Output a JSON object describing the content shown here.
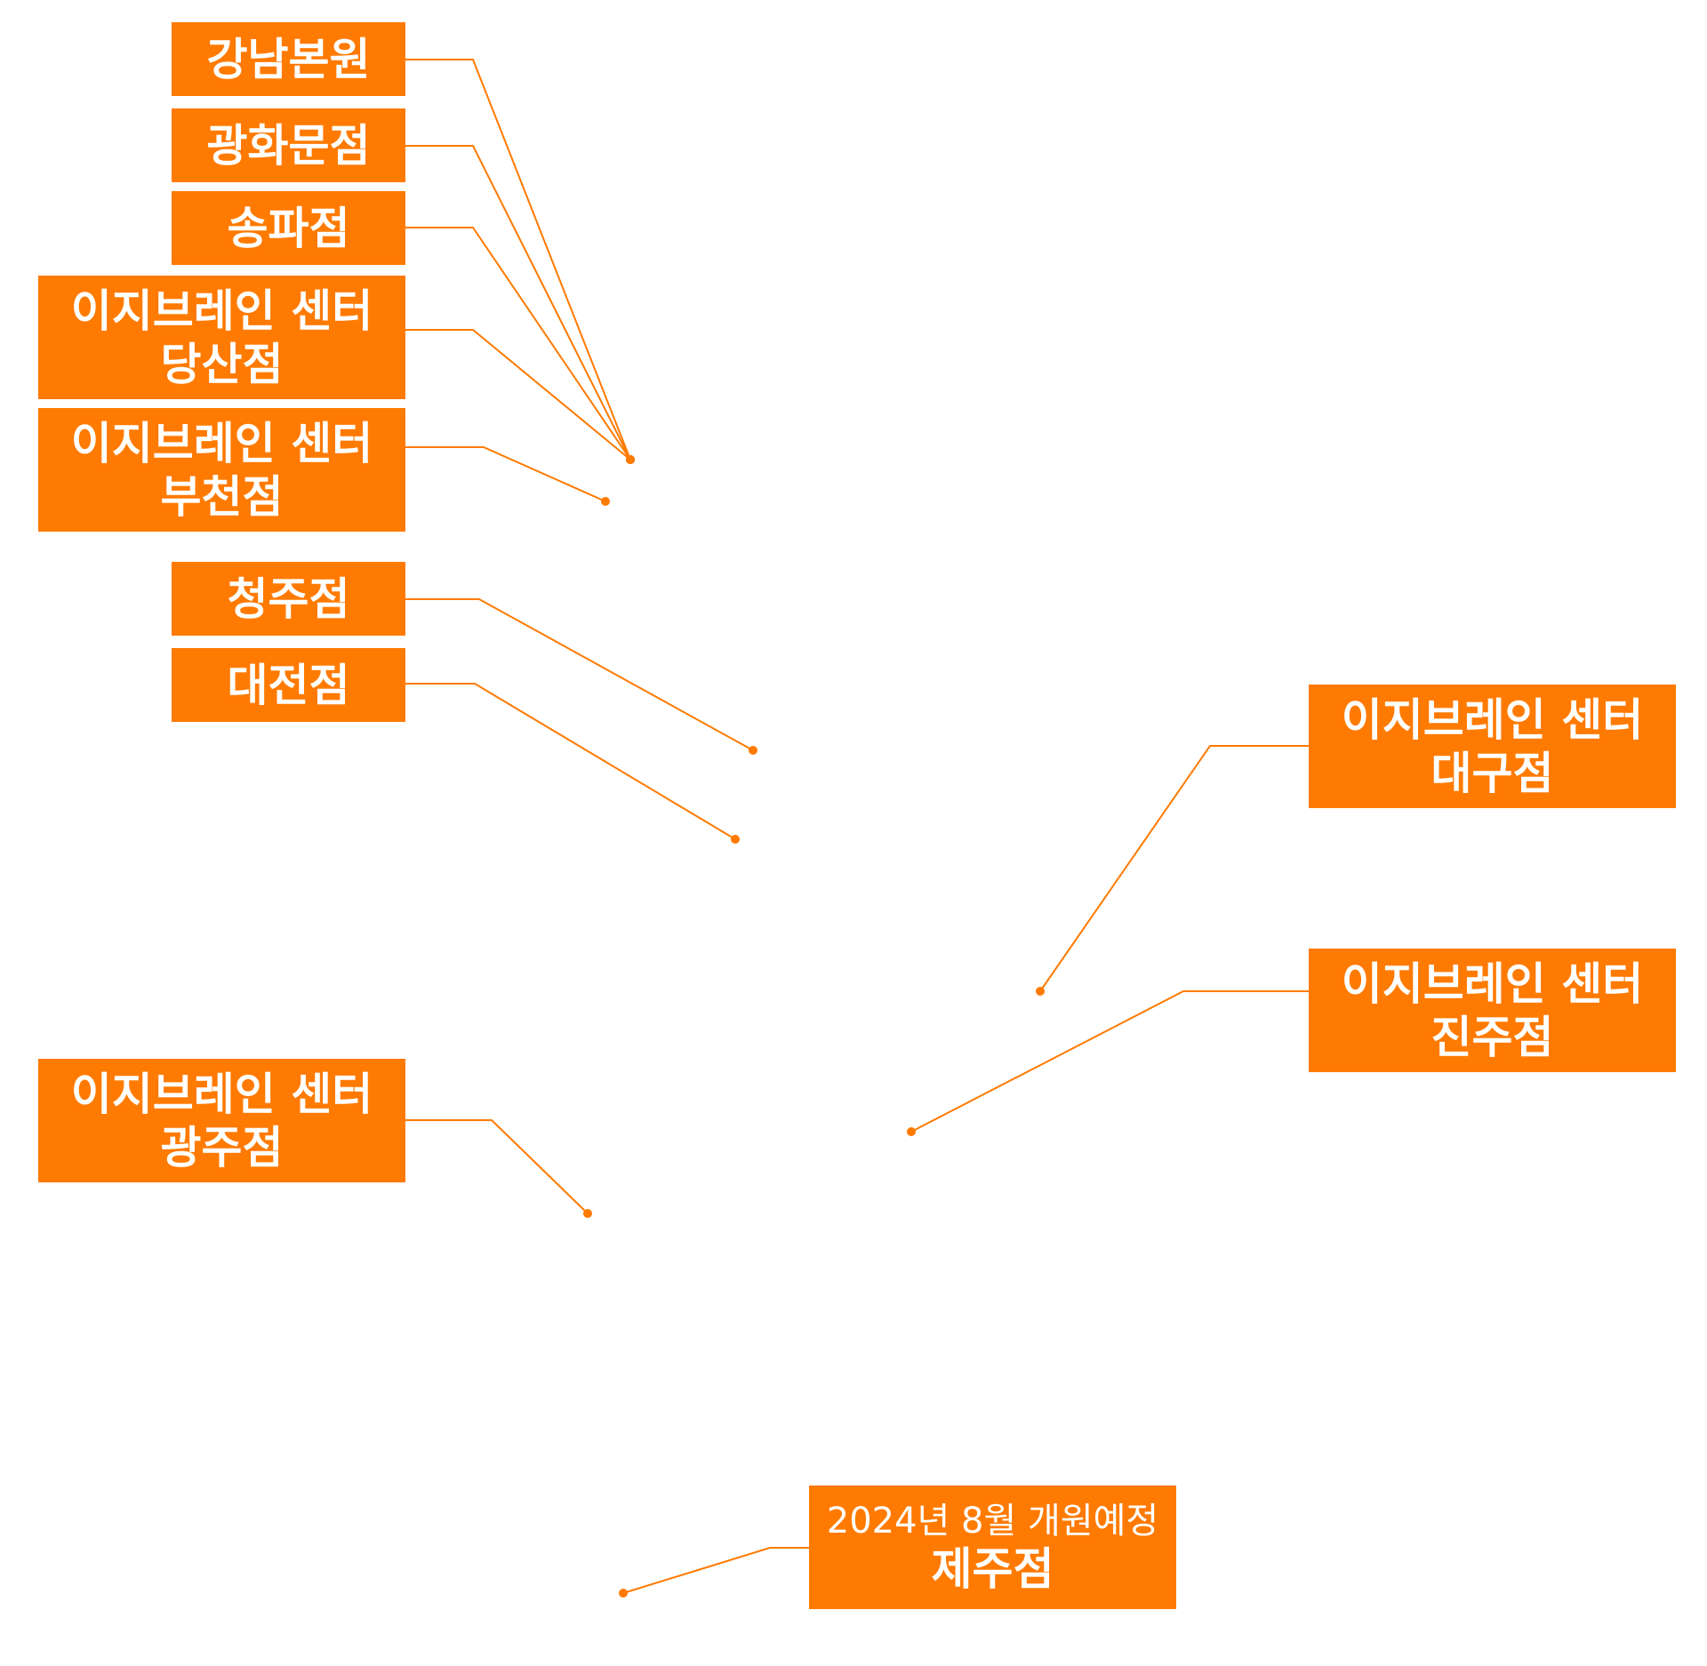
{
  "theme": {
    "accent": "#FF7A00",
    "label_text": "#FFFFFF",
    "background": "#FFFFFF"
  },
  "branches": [
    {
      "id": "gangnam",
      "lines": [
        "강남본원"
      ]
    },
    {
      "id": "gwanghwamun",
      "lines": [
        "광화문점"
      ]
    },
    {
      "id": "songpa",
      "lines": [
        "송파점"
      ]
    },
    {
      "id": "dangsan",
      "lines": [
        "이지브레인 센터",
        "당산점"
      ]
    },
    {
      "id": "bucheon",
      "lines": [
        "이지브레인 센터",
        "부천점"
      ]
    },
    {
      "id": "cheongju",
      "lines": [
        "청주점"
      ]
    },
    {
      "id": "daejeon",
      "lines": [
        "대전점"
      ]
    },
    {
      "id": "daegu",
      "lines": [
        "이지브레인 센터",
        "대구점"
      ]
    },
    {
      "id": "jinju",
      "lines": [
        "이지브레인 센터",
        "진주점"
      ]
    },
    {
      "id": "gwangju",
      "lines": [
        "이지브레인 센터",
        "광주점"
      ]
    },
    {
      "id": "jeju",
      "lines": [
        "2024년 8월 개원예정",
        "제주점"
      ]
    }
  ]
}
